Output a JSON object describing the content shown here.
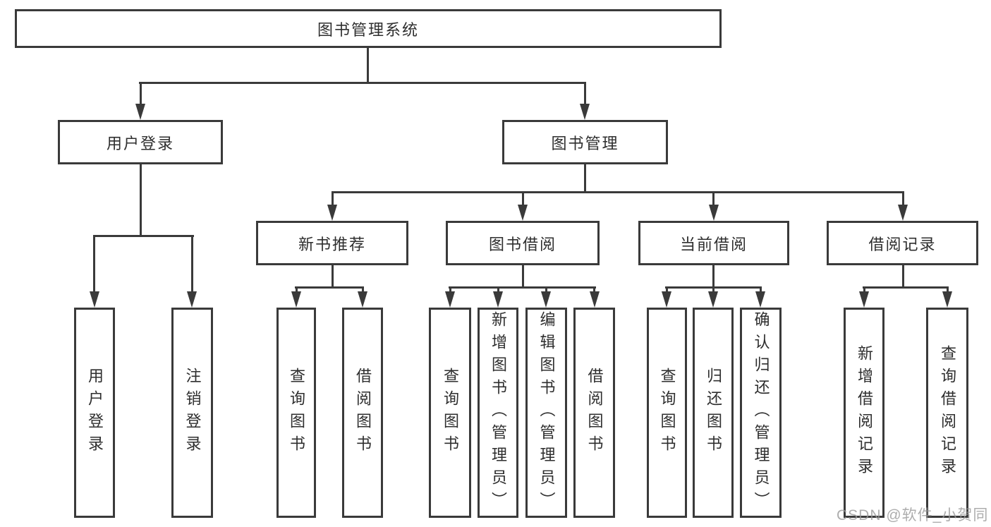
{
  "tree": {
    "root": {
      "label": "图书管理系统"
    },
    "l1": [
      {
        "label": "用户登录",
        "children": [
          {
            "label": "用户登录"
          },
          {
            "label": "注销登录"
          }
        ]
      },
      {
        "label": "图书管理",
        "children": [
          {
            "label": "新书推荐",
            "children": [
              {
                "label": "查询图书"
              },
              {
                "label": "借阅图书"
              }
            ]
          },
          {
            "label": "图书借阅",
            "children": [
              {
                "label": "查询图书"
              },
              {
                "label": "新增图书（管理员）"
              },
              {
                "label": "编辑图书（管理员）"
              },
              {
                "label": "借阅图书"
              }
            ]
          },
          {
            "label": "当前借阅",
            "children": [
              {
                "label": "查询图书"
              },
              {
                "label": "归还图书"
              },
              {
                "label": "确认归还（管理员）"
              }
            ]
          },
          {
            "label": "借阅记录",
            "children": [
              {
                "label": "新增借阅记录"
              },
              {
                "label": "查询借阅记录"
              }
            ]
          }
        ]
      }
    ]
  },
  "watermark": {
    "text": "CSDN @软件_小贺同学"
  },
  "colors": {
    "line": "#3a3a3a",
    "text": "#2e2e2e",
    "watermark": "#999999",
    "background": "#ffffff"
  }
}
